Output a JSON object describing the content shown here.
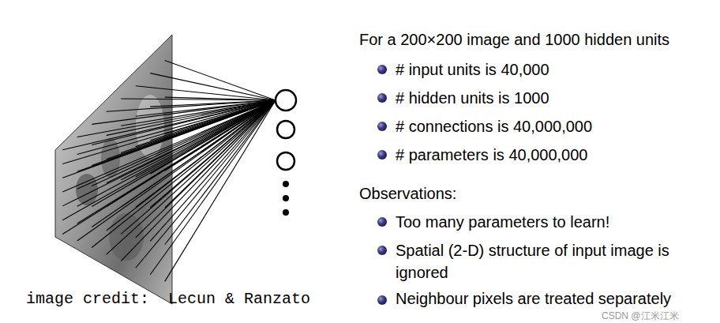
{
  "diagram": {
    "labels": [
      "For a 200×200 image and 1000 hidden units",
      "# input units is 40,000",
      "# hidden units is 1000",
      "# connections is 40,000,000",
      "# parameters is 40,000,000",
      "Observations:",
      "Too many parameters to learn!",
      "Spatial (2-D) structure of input image is ignored",
      "Neighbour pixels are treated separately",
      "image credit:  Lecun & Ranzato",
      "CSDN @江米江米"
    ]
  }
}
